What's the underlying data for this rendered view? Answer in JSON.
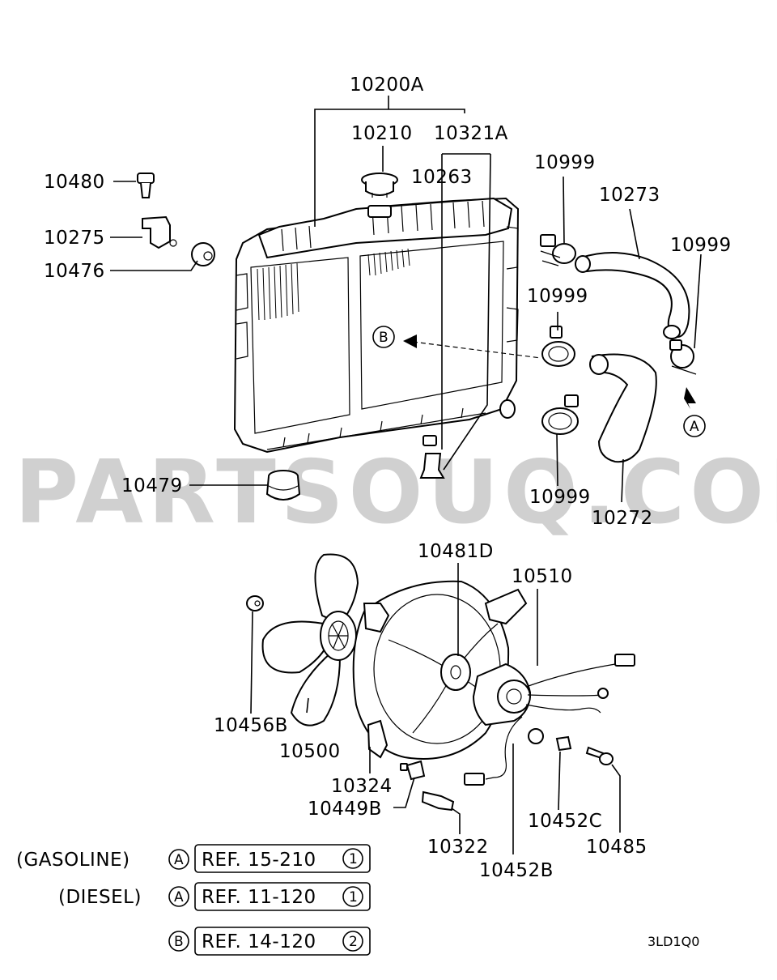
{
  "watermark": "PARTSOUQ.COM",
  "diagram_code": "3LD1Q0",
  "callouts": {
    "c10200A": "10200A",
    "c10210": "10210",
    "c10321A": "10321A",
    "c10263": "10263",
    "c10480": "10480",
    "c10275": "10275",
    "c10476": "10476",
    "c10999_top": "10999",
    "c10273": "10273",
    "c10999_right": "10999",
    "c10999_mid": "10999",
    "c10999_low": "10999",
    "c10272": "10272",
    "c10479": "10479",
    "c10481D": "10481D",
    "c10510": "10510",
    "c10456B": "10456B",
    "c10500": "10500",
    "c10324": "10324",
    "c10449B": "10449B",
    "c10322": "10322",
    "c10452B": "10452B",
    "c10452C": "10452C",
    "c10485": "10485"
  },
  "markers": {
    "A": "A",
    "B": "B"
  },
  "references": [
    {
      "condition": "(GASOLINE)",
      "marker": "A",
      "ref": "REF. 15-210",
      "num": "1"
    },
    {
      "condition": "(DIESEL)",
      "marker": "A",
      "ref": "REF. 11-120",
      "num": "1"
    },
    {
      "condition": "",
      "marker": "B",
      "ref": "REF. 14-120",
      "num": "2"
    }
  ]
}
